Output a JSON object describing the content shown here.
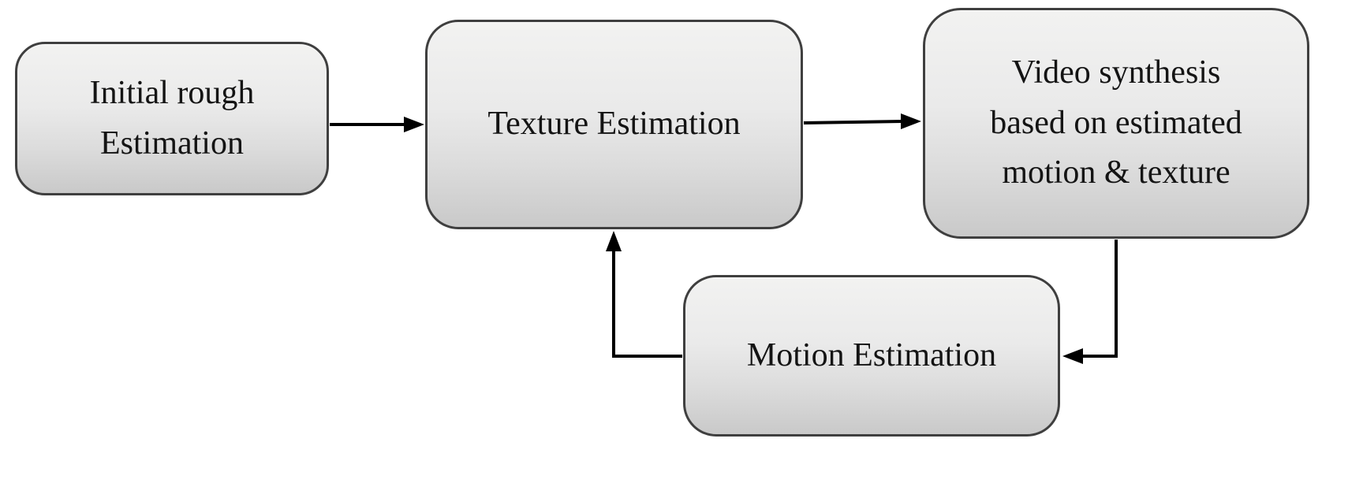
{
  "diagram": {
    "type": "flowchart",
    "nodes": {
      "initial": {
        "id": "initial-rough-estimation",
        "lines": [
          "Initial rough",
          "Estimation"
        ]
      },
      "texture": {
        "id": "texture-estimation",
        "lines": [
          "Texture Estimation"
        ]
      },
      "video": {
        "id": "video-synthesis",
        "lines": [
          "Video synthesis",
          "based on estimated",
          "motion & texture"
        ]
      },
      "motion": {
        "id": "motion-estimation",
        "lines": [
          "Motion Estimation"
        ]
      }
    },
    "connections": [
      {
        "from": "Initial rough Estimation",
        "to": "Texture Estimation",
        "style": "straight-right"
      },
      {
        "from": "Texture Estimation",
        "to": "Video synthesis based on estimated motion & texture",
        "style": "straight-right"
      },
      {
        "from": "Video synthesis based on estimated motion & texture",
        "to": "Motion Estimation",
        "style": "elbow-down-left"
      },
      {
        "from": "Motion Estimation",
        "to": "Texture Estimation",
        "style": "elbow-left-up"
      }
    ],
    "colors": {
      "background": "#ffffff",
      "node_fill_top": "#f2f2f1",
      "node_fill_bottom": "#c9c9c9",
      "node_border": "#3f3f3f",
      "text": "#141414",
      "arrow": "#000000"
    }
  }
}
